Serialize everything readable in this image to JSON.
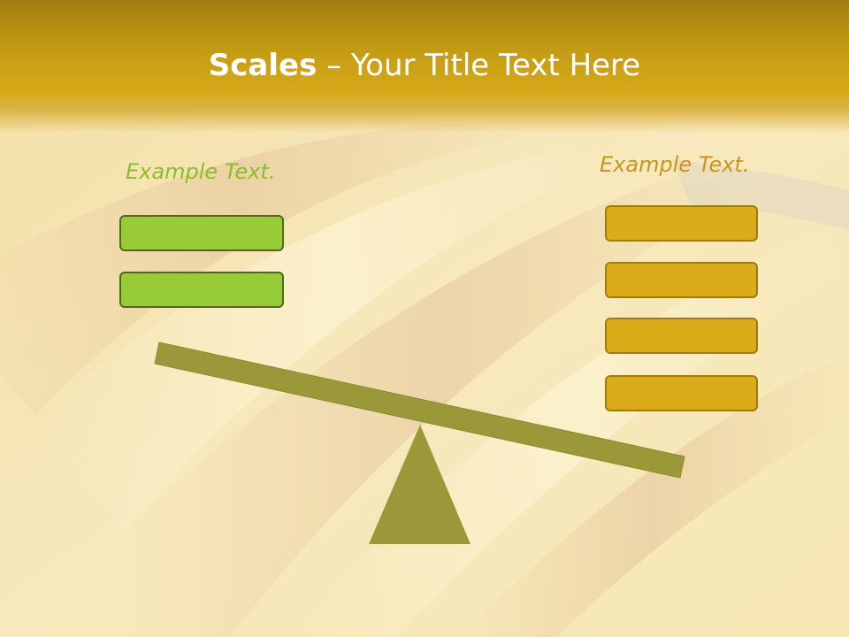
{
  "slide": {
    "title_bold": "Scales",
    "title_rest": " – Your Title Text Here",
    "left_caption": "Example Text.",
    "right_caption": "Example Text."
  },
  "left_pan": {
    "box_count": 2
  },
  "right_pan": {
    "box_count": 4
  },
  "colors": {
    "title_bar": "#d6a918",
    "left_caption": "#8dbd2c",
    "right_caption": "#c9961c",
    "green_box": "#97cb37",
    "gold_box": "#dcab1a",
    "beam": "#9a9838",
    "fulcrum": "#9a9838"
  },
  "icons": {
    "beam": "seesaw-beam",
    "fulcrum": "triangle-fulcrum"
  }
}
